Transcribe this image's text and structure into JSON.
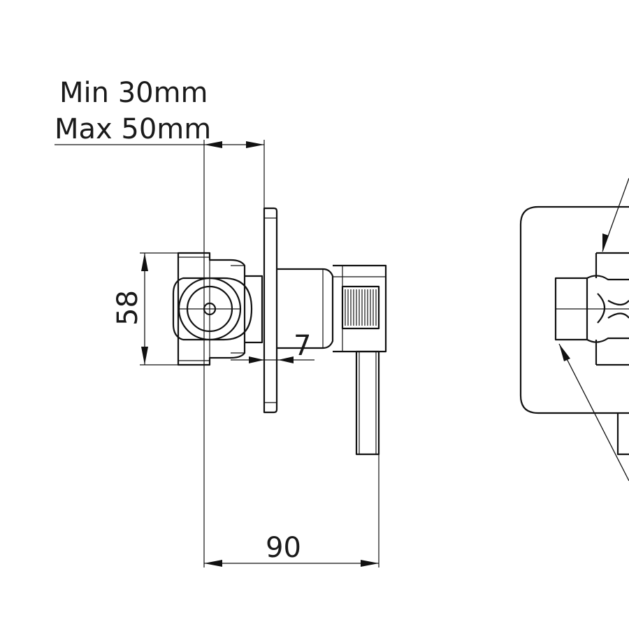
{
  "depth_note": {
    "min": "Min 30mm",
    "max": "Max 50mm"
  },
  "dimensions": {
    "height": "58",
    "flange_gap": "7",
    "total_depth": "90"
  }
}
